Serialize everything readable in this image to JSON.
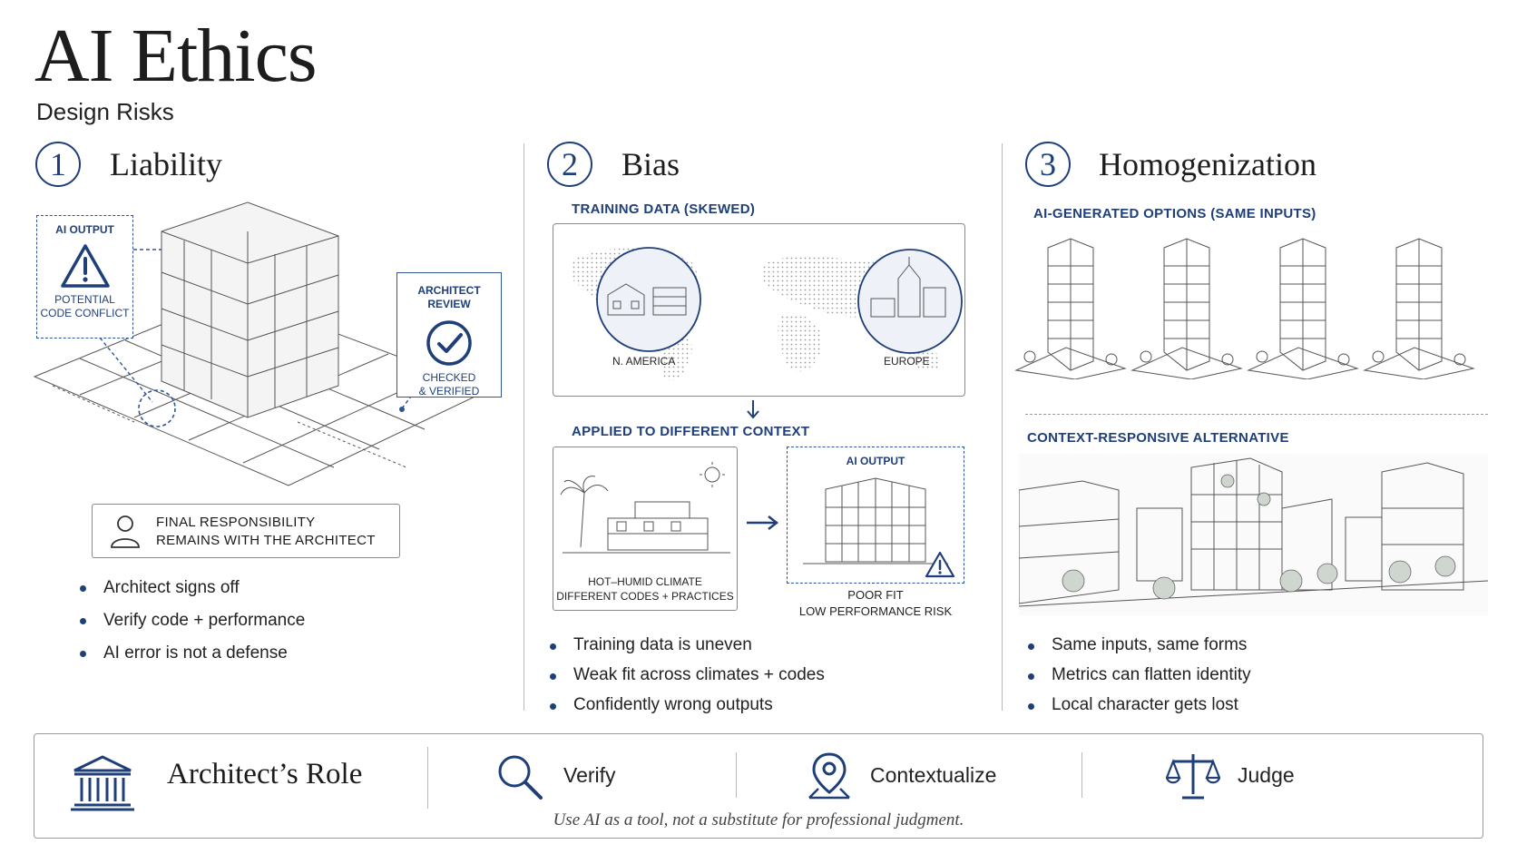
{
  "header": {
    "title": "AI Ethics",
    "subtitle": "Design Risks"
  },
  "sections": [
    {
      "number": "1",
      "title": "Liability",
      "ai_output": {
        "label": "AI OUTPUT",
        "note_line1": "POTENTIAL",
        "note_line2": "CODE CONFLICT"
      },
      "review": {
        "label": "ARCHITECT REVIEW",
        "note_line1": "CHECKED",
        "note_line2": "& VERIFIED"
      },
      "responsibility": {
        "line1": "FINAL RESPONSIBILITY",
        "line2": "REMAINS WITH THE ARCHITECT"
      },
      "bullets": [
        "Architect signs off",
        "Verify code + performance",
        "AI error is not a defense"
      ]
    },
    {
      "number": "2",
      "title": "Bias",
      "training_label": "TRAINING DATA (SKEWED)",
      "regions": [
        "N. AMERICA",
        "EUROPE"
      ],
      "applied_label": "APPLIED TO DIFFERENT CONTEXT",
      "context": {
        "line1": "HOT–HUMID CLIMATE",
        "line2": "DIFFERENT CODES + PRACTICES"
      },
      "ai_output_label": "AI OUTPUT",
      "result": {
        "line1": "POOR FIT",
        "line2": "LOW PERFORMANCE RISK"
      },
      "bullets": [
        "Training data is uneven",
        "Weak fit across climates + codes",
        "Confidently wrong outputs"
      ]
    },
    {
      "number": "3",
      "title": "Homogenization",
      "options_label": "AI-GENERATED OPTIONS (SAME INPUTS)",
      "alternative_label": "CONTEXT-RESPONSIVE ALTERNATIVE",
      "bullets": [
        "Same inputs, same forms",
        "Metrics can flatten identity",
        "Local character gets lost"
      ]
    }
  ],
  "role_bar": {
    "title": "Architect’s Role",
    "items": [
      {
        "label": "Verify",
        "icon": "magnifier-icon"
      },
      {
        "label": "Contextualize",
        "icon": "location-pin-icon"
      },
      {
        "label": "Judge",
        "icon": "scales-icon"
      }
    ],
    "tagline": "Use AI as a tool, not a substitute for professional judgment."
  },
  "colors": {
    "accent": "#1f3f7a",
    "dashed": "#2f5597",
    "divider": "#b9b9b9"
  }
}
